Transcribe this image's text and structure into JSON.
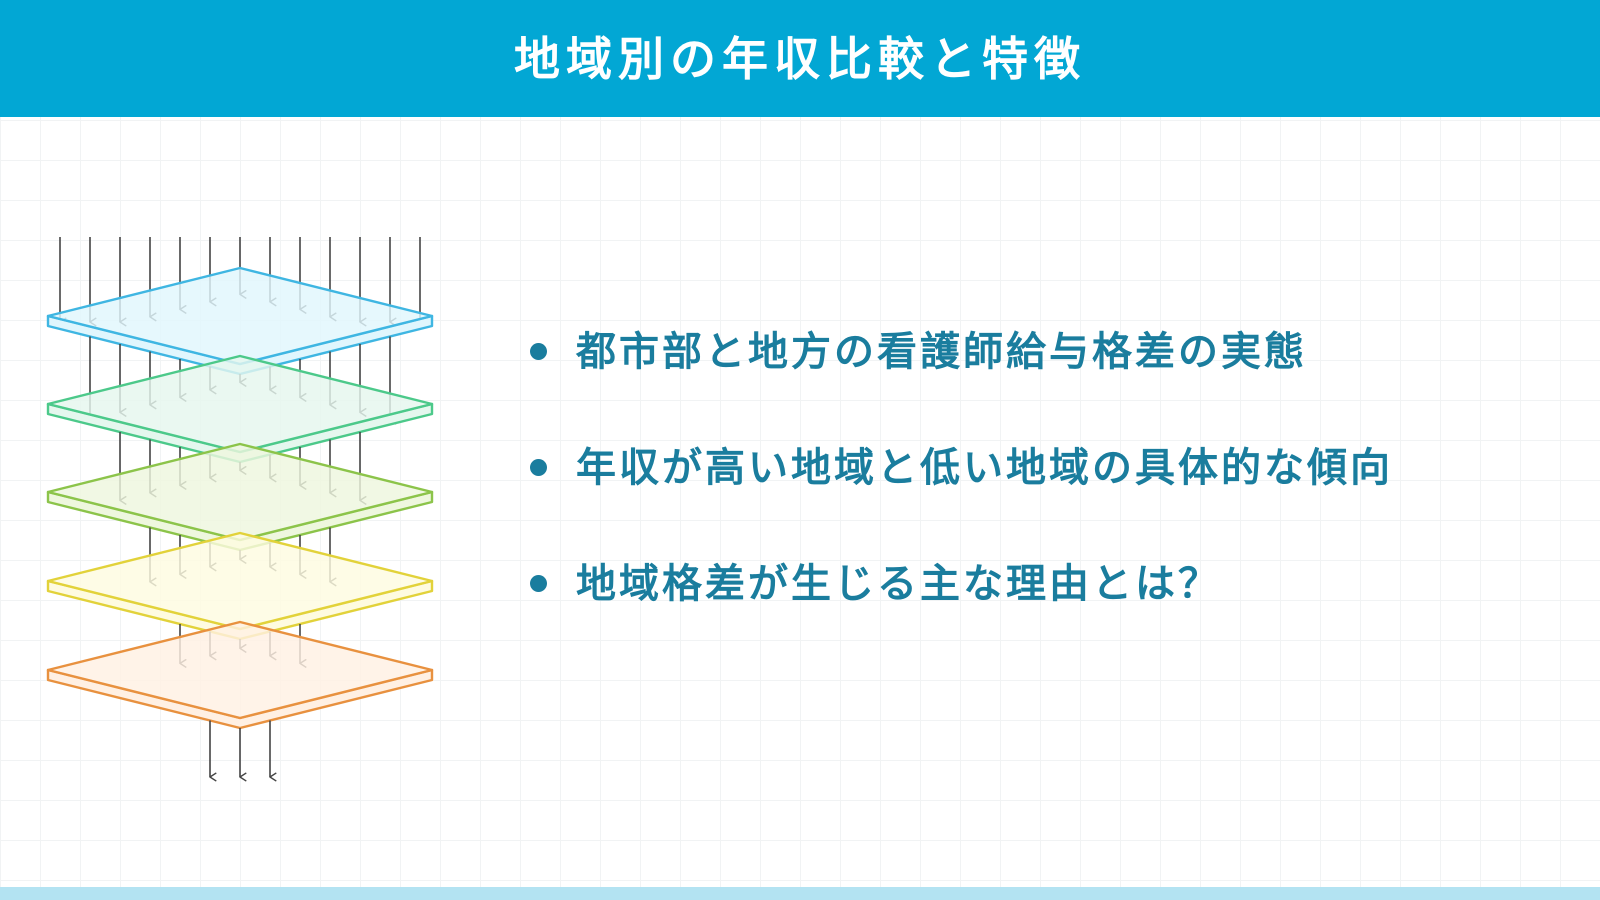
{
  "header": {
    "title": "地域別の年収比較と特徴"
  },
  "bullets": [
    "都市部と地方の看護師給与格差の実態",
    "年収が高い地域と低い地域の具体的な傾向",
    "地域格差が生じる主な理由とは？"
  ],
  "diagram": {
    "icon": "filter-layers-icon",
    "layers": [
      {
        "fill": "#e0f6fd",
        "stroke": "#3fb6e2"
      },
      {
        "fill": "#e5f7ee",
        "stroke": "#4cc98a"
      },
      {
        "fill": "#eef7de",
        "stroke": "#8cc44a"
      },
      {
        "fill": "#fefbe0",
        "stroke": "#e2d23a"
      },
      {
        "fill": "#fff0e3",
        "stroke": "#e8913f"
      }
    ],
    "arrows_per_stage": [
      13,
      11,
      9,
      7,
      5,
      3
    ]
  },
  "colors": {
    "header_bg": "#02a7d4",
    "bullet_text": "#1a7d9e",
    "footer_bar": "#b3e3f2"
  }
}
